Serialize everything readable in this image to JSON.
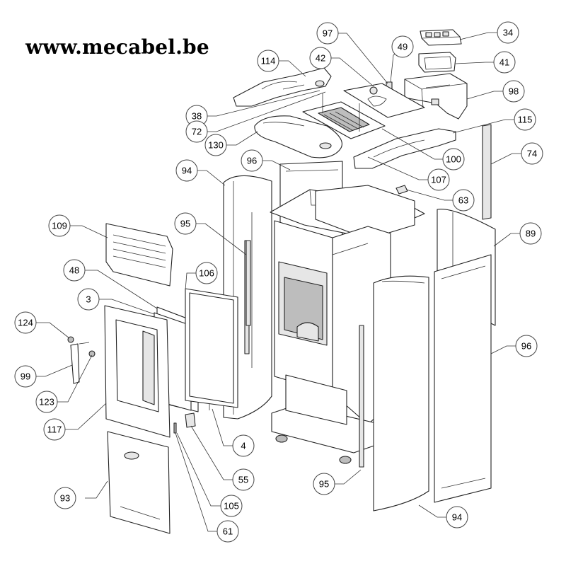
{
  "watermark": "www.mecabel.be",
  "callouts": [
    {
      "id": "c34",
      "label": "34"
    },
    {
      "id": "c97",
      "label": "97"
    },
    {
      "id": "c49",
      "label": "49"
    },
    {
      "id": "c41",
      "label": "41"
    },
    {
      "id": "c42",
      "label": "42"
    },
    {
      "id": "c114",
      "label": "114"
    },
    {
      "id": "c98",
      "label": "98"
    },
    {
      "id": "c38",
      "label": "38"
    },
    {
      "id": "c115",
      "label": "115"
    },
    {
      "id": "c72",
      "label": "72"
    },
    {
      "id": "c130",
      "label": "130"
    },
    {
      "id": "c74",
      "label": "74"
    },
    {
      "id": "c96a",
      "label": "96"
    },
    {
      "id": "c100",
      "label": "100"
    },
    {
      "id": "c94a",
      "label": "94"
    },
    {
      "id": "c107",
      "label": "107"
    },
    {
      "id": "c63",
      "label": "63"
    },
    {
      "id": "c109",
      "label": "109"
    },
    {
      "id": "c95a",
      "label": "95"
    },
    {
      "id": "c89",
      "label": "89"
    },
    {
      "id": "c48",
      "label": "48"
    },
    {
      "id": "c106",
      "label": "106"
    },
    {
      "id": "c3",
      "label": "3"
    },
    {
      "id": "c124",
      "label": "124"
    },
    {
      "id": "c96b",
      "label": "96"
    },
    {
      "id": "c99",
      "label": "99"
    },
    {
      "id": "c123",
      "label": "123"
    },
    {
      "id": "c117",
      "label": "117"
    },
    {
      "id": "c4",
      "label": "4"
    },
    {
      "id": "c55",
      "label": "55"
    },
    {
      "id": "c95b",
      "label": "95"
    },
    {
      "id": "c93",
      "label": "93"
    },
    {
      "id": "c105",
      "label": "105"
    },
    {
      "id": "c94b",
      "label": "94"
    },
    {
      "id": "c61",
      "label": "61"
    }
  ]
}
